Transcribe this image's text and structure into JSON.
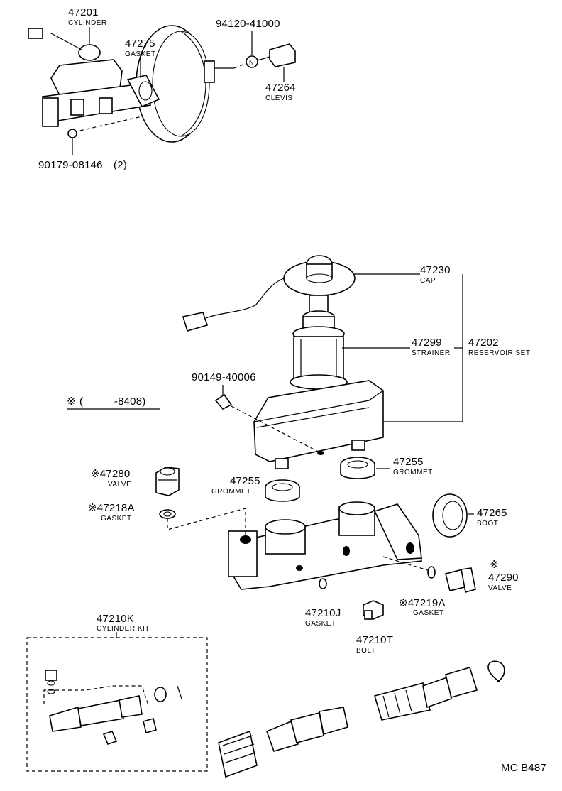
{
  "diagram": {
    "code": "MC B487",
    "note": {
      "symbol": "※",
      "text": "(          -8408)"
    },
    "labels": {
      "p47201": {
        "number": "47201",
        "name": "CYLINDER"
      },
      "p47275": {
        "number": "47275",
        "name": "GASKET"
      },
      "p94120": {
        "number": "94120-41000"
      },
      "p47264": {
        "number": "47264",
        "name": "CLEVIS"
      },
      "p90179": {
        "number": "90179-08146",
        "qty": "(2)"
      },
      "p47230": {
        "number": "47230",
        "name": "CAP"
      },
      "p47299": {
        "number": "47299",
        "name": "STRAINER"
      },
      "p47202": {
        "number": "47202",
        "name": "RESERVOIR SET"
      },
      "p90149": {
        "number": "90149-40006"
      },
      "p47255a": {
        "number": "47255",
        "name": "GROMMET"
      },
      "p47255b": {
        "number": "47255",
        "name": "GROMMET"
      },
      "p47280": {
        "number": "※47280",
        "name": "VALVE"
      },
      "p47218A": {
        "number": "※47218A",
        "name": "GASKET"
      },
      "p47265": {
        "number": "47265",
        "name": "BOOT"
      },
      "p47290": {
        "mark": "※",
        "number": "47290",
        "name": "VALVE"
      },
      "p47219A": {
        "number": "※47219A",
        "name": "GASKET"
      },
      "p47210J": {
        "number": "47210J",
        "name": "GASKET"
      },
      "p47210T": {
        "number": "47210T",
        "name": "BOLT"
      },
      "p47210K": {
        "number": "47210K",
        "name": "CYLINDER KIT"
      }
    }
  }
}
